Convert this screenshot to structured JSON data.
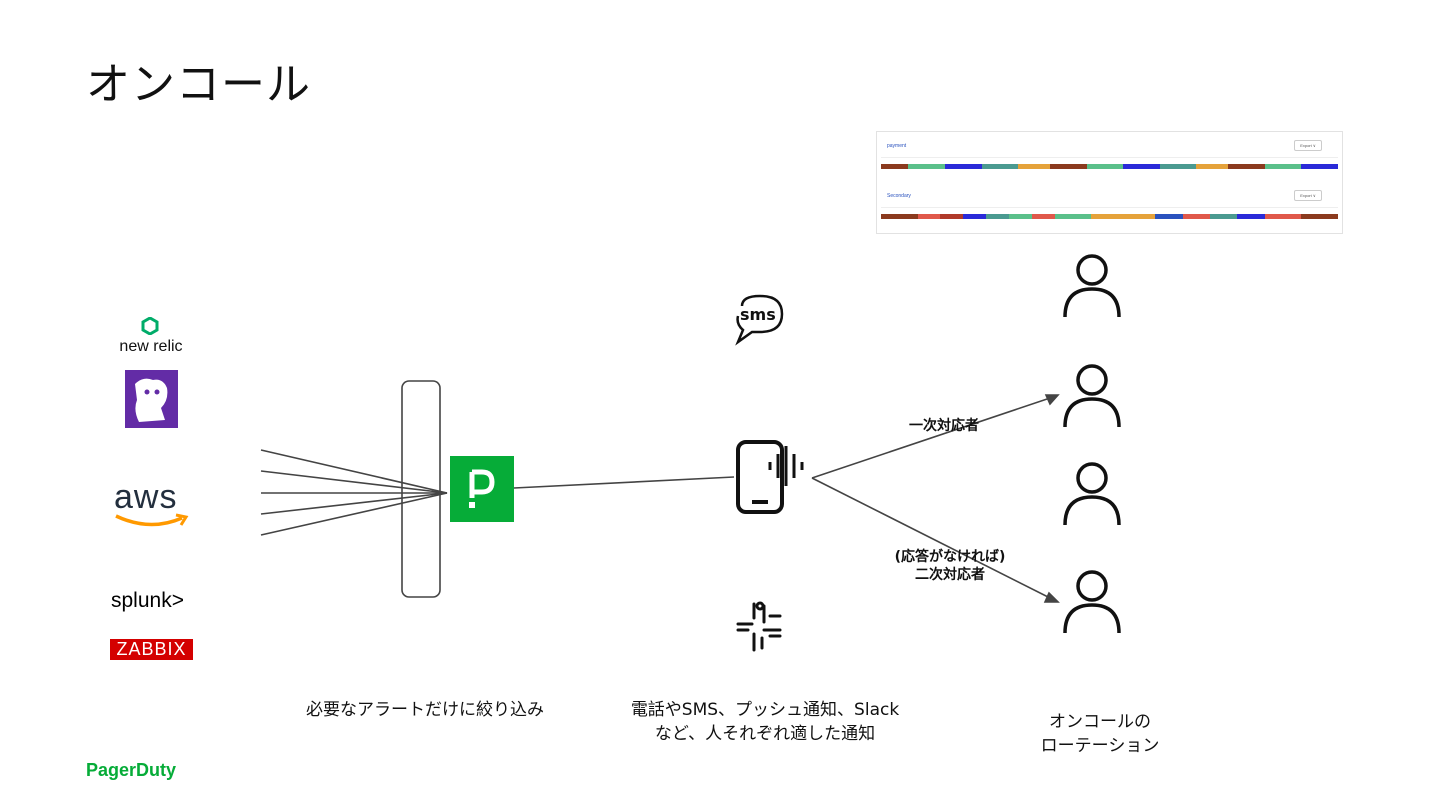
{
  "slide": {
    "title": "オンコール",
    "footer_logo": "PagerDuty"
  },
  "sources": {
    "new_relic": "new relic",
    "aws": "aws",
    "splunk": "splunk>",
    "zabbix": "ZABBIX"
  },
  "pagerduty_icon": "P",
  "channels": {
    "sms_icon": "sms-icon",
    "phone_icon": "phone-vibrate-icon",
    "slack_icon": "slack-icon"
  },
  "edges": {
    "primary": "一次対応者",
    "secondary_line1": "(応答がなければ)",
    "secondary_line2": "二次対応者"
  },
  "captions": {
    "filter": "必要なアラートだけに絞り込み",
    "notify_line1": "電話やSMS、プッシュ通知、Slack",
    "notify_line2": "など、人それぞれ適した通知",
    "rotation_line1": "オンコールの",
    "rotation_line2": "ローテーション"
  },
  "schedule": {
    "panels": [
      {
        "name": "payment",
        "export": "Export ∨"
      },
      {
        "name": "Secondary",
        "export": "Export ∨"
      }
    ]
  },
  "colors": {
    "pagerduty_green": "#06ac38",
    "datadog_purple": "#632ca6",
    "zabbix_red": "#d40000",
    "aws_orange": "#ff9900"
  }
}
